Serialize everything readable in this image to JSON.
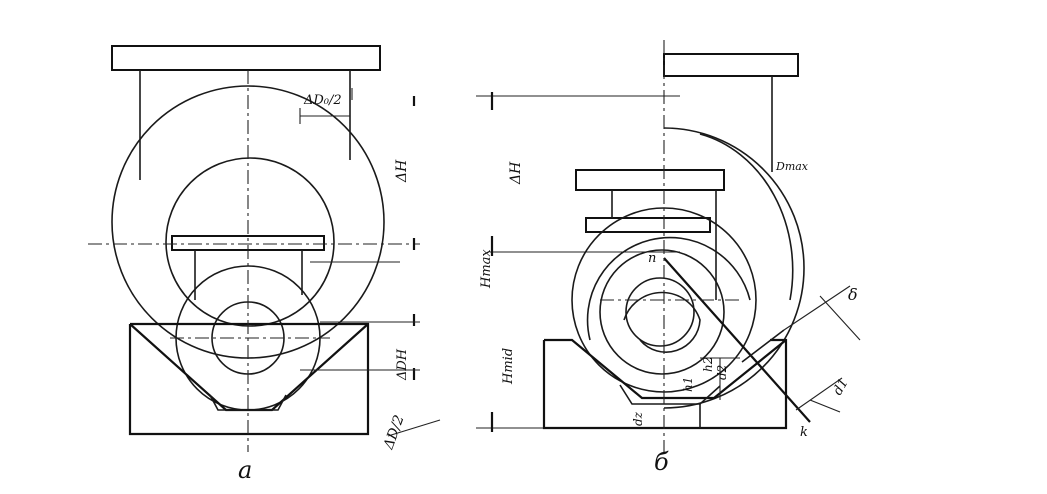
{
  "figure_a": {
    "caption": "a",
    "labels": {
      "dd0_half": "ΔD₀/2",
      "dh": "ΔH",
      "ddh": "ΔDH",
      "dd_half": "ΔD/2"
    }
  },
  "figure_b": {
    "caption": "б",
    "labels": {
      "dh": "ΔH",
      "hmax": "Hmax",
      "hmid": "Hmid",
      "dmax": "Dmax",
      "n": "n",
      "delta": "δ",
      "d1": "d1",
      "d2": "d2",
      "h1": "h1",
      "h2": "h2",
      "k": "k",
      "dz": "dz"
    }
  },
  "colors": {
    "ink": "#1a1a1a",
    "background": "#ffffff"
  }
}
